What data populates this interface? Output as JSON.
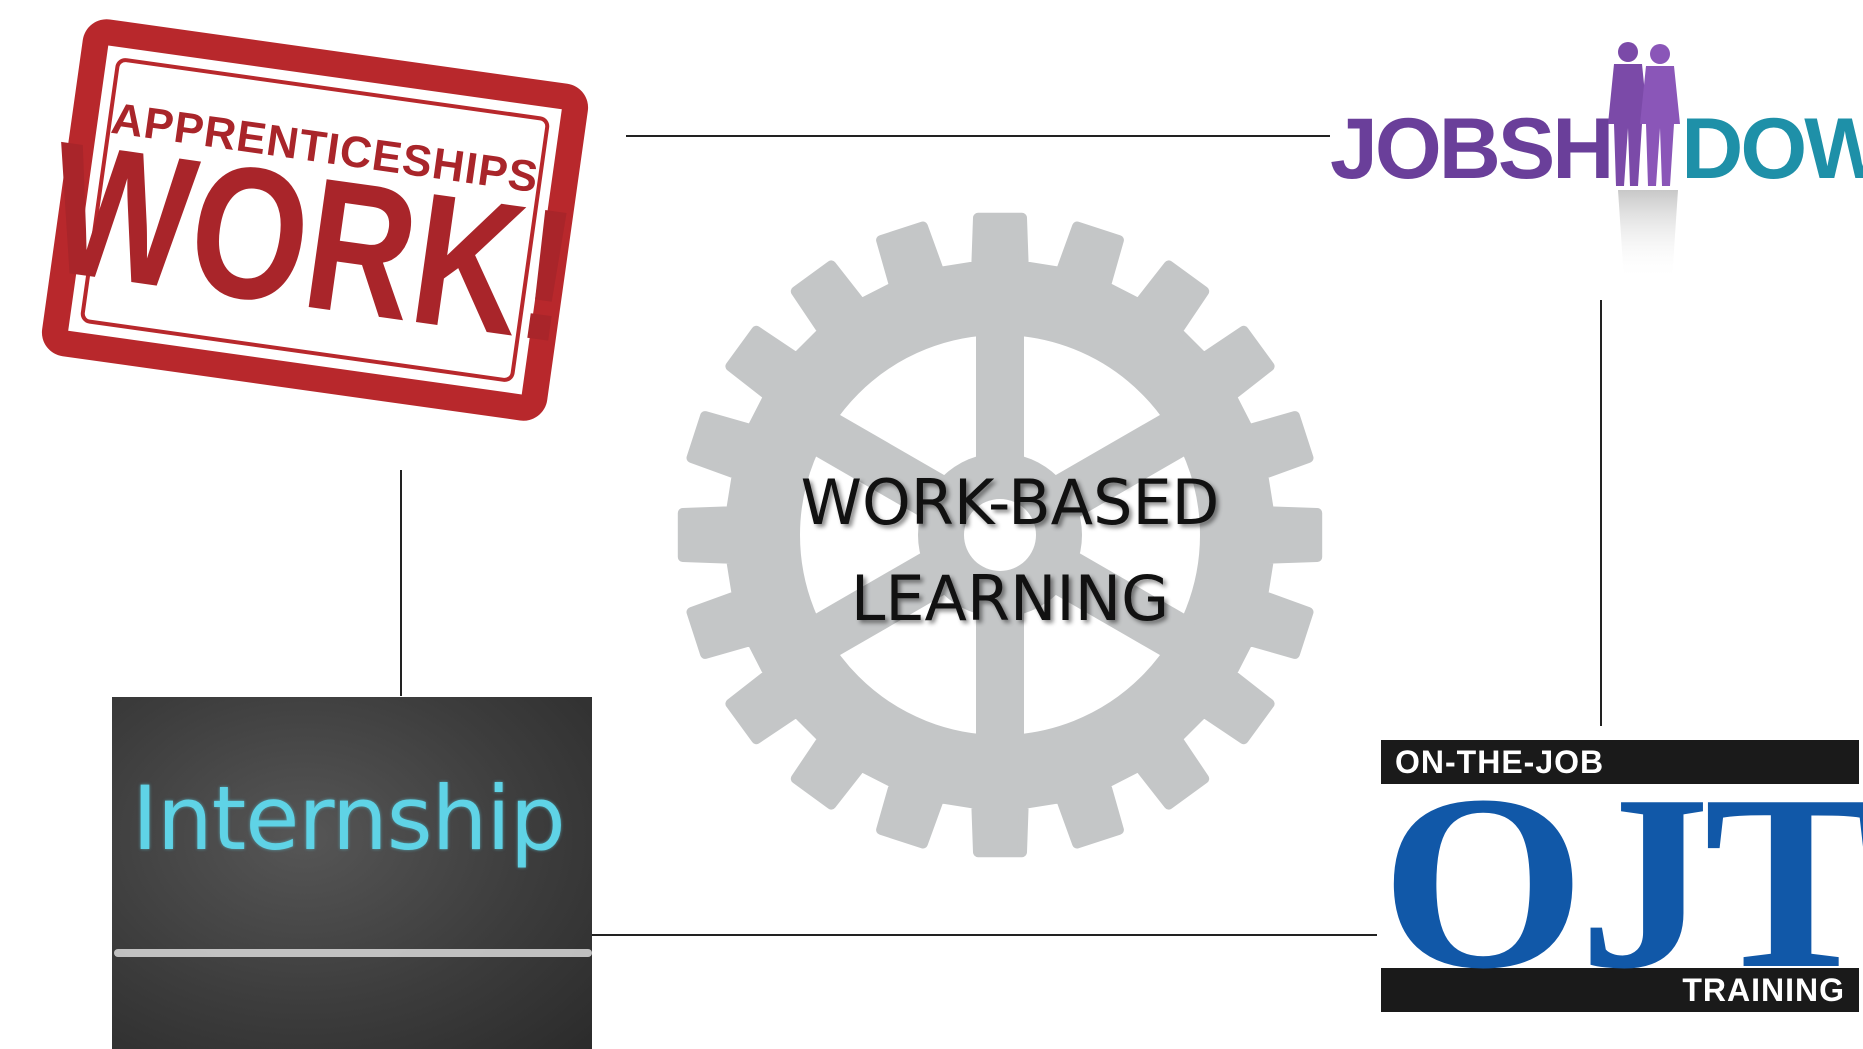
{
  "diagram": {
    "center": {
      "line1": "WORK-BASED",
      "line2": "LEARNING"
    },
    "apprenticeships": {
      "top_text": "APPRENTICESHIPS",
      "big_text": "WORK!",
      "color": "#b8282c"
    },
    "jobshadow": {
      "part1": "JOBSH",
      "part2": "DOW",
      "purple": "#6a3f9a",
      "teal": "#1e90a8"
    },
    "internship": {
      "text": "Internship",
      "chalk_color": "#5fd3e6"
    },
    "ojt": {
      "top_text": "ON-THE-JOB",
      "letters": "OJT",
      "bottom_text": "TRAINING",
      "blue": "#1158a8"
    },
    "gear_color": "#c4c6c7"
  }
}
